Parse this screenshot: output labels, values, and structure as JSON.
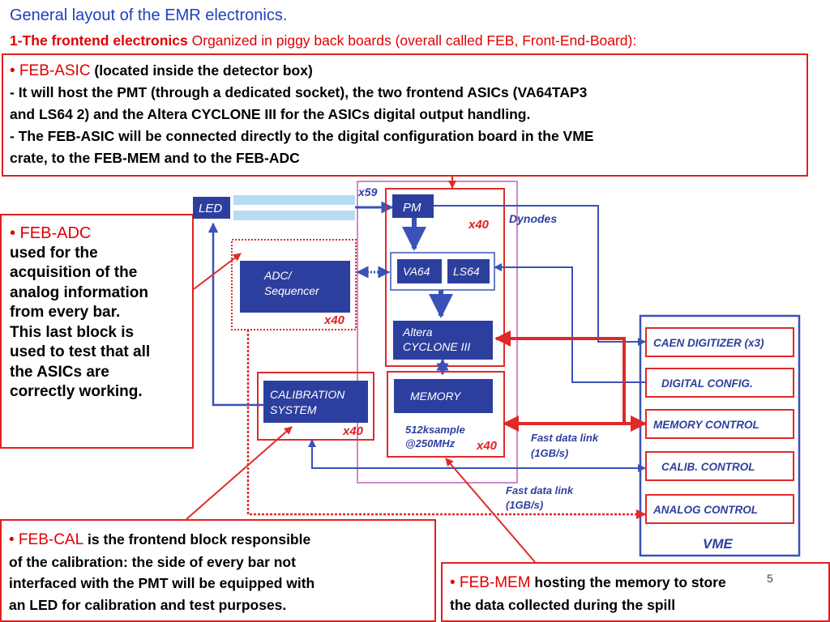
{
  "title": "General layout of the EMR electronics.",
  "subtitle": {
    "bold": "1-The frontend electronics",
    "rest": " Organized in piggy back boards (overall called FEB, Front-End-Board):"
  },
  "asic": {
    "name": "• FEB-ASIC",
    "located": " (located inside the detector box)",
    "line1": "- It will host the PMT (through a dedicated socket),  the two frontend ASICs (VA64TAP3",
    "line2": "and LS64 2)   and the Altera CYCLONE III for the ASICs digital output handling.",
    "line3": "- The FEB-ASIC will be connected directly to the digital configuration board in the VME",
    "line4": "crate, to the FEB-MEM and to the FEB-ADC"
  },
  "adc": {
    "name": "• FEB-ADC",
    "lines": [
      "used for the",
      "acquisition of the",
      "analog information",
      "from every bar.",
      "This last block is",
      "used to test that all",
      "the ASICs are",
      "correctly working."
    ]
  },
  "cal": {
    "name": "• FEB-CAL",
    "line1": " is the frontend block responsible",
    "line2": "of the calibration: the side  of every bar not",
    "line3": "interfaced with the  PMT  will be equipped with",
    "line4": " an  LED for calibration and test purposes."
  },
  "mem": {
    "name": "• FEB-MEM",
    "line1": " hosting the memory to store",
    "line2": "the data collected during the spill"
  },
  "page_number": "5",
  "diagram": {
    "led": "LED",
    "x59": "x59",
    "pm": "PM",
    "pm_mult": "x40",
    "dynodes": "Dynodes",
    "va64": "VA64",
    "ls64": "LS64",
    "adc_l1": "ADC/",
    "adc_l2": "Sequencer",
    "adc_mult": "x40",
    "altera_l1": "Altera",
    "altera_l2": "CYCLONE III",
    "cal_l1": "CALIBRATION",
    "cal_l2": "SYSTEM",
    "cal_mult": "x40",
    "memory": "MEMORY",
    "mem_l1": "512ksample",
    "mem_l2": "@250MHz",
    "mem_mult": "x40",
    "fast1_l1": "Fast data link",
    "fast1_l2": "(1GB/s)",
    "fast2_l1": "Fast data link",
    "fast2_l2": "(1GB/s)",
    "vme_items": [
      "CAEN DIGITIZER (x3)",
      "DIGITAL CONFIG.",
      "MEMORY CONTROL",
      "CALIB. CONTROL",
      "ANALOG CONTROL"
    ],
    "vme": "VME"
  },
  "colors": {
    "blue_block": "#2d3f9e",
    "red_outline": "#e02a2a",
    "violet_outline": "#c060c0",
    "accent_blue": "#1f3fbf",
    "light_blue_bar": "#b7dcf2"
  }
}
